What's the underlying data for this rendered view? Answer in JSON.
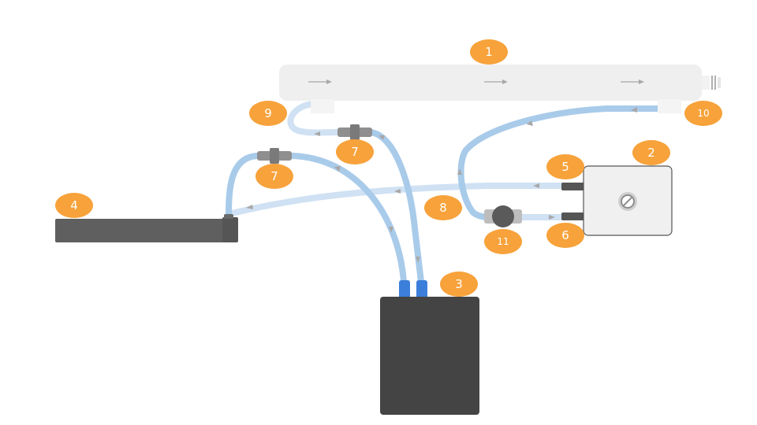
{
  "diagram": {
    "colors": {
      "badge": "#F7A23B",
      "tube_main": "#A9CBEA",
      "tube_light": "#CFE1F3",
      "device_dark": "#444444",
      "device_grey": "#5F5F5F",
      "vessel": "#EFEFEF",
      "box_light": "#F0F0F0",
      "nozzle_blue": "#3C7FDB",
      "connector": "#8F8F8F",
      "arrow": "#A8A8A8"
    },
    "labels": [
      {
        "id": "1",
        "text": "1"
      },
      {
        "id": "2",
        "text": "2"
      },
      {
        "id": "3",
        "text": "3"
      },
      {
        "id": "4",
        "text": "4"
      },
      {
        "id": "5",
        "text": "5"
      },
      {
        "id": "6",
        "text": "6"
      },
      {
        "id": "7a",
        "text": "7"
      },
      {
        "id": "7b",
        "text": "7"
      },
      {
        "id": "8",
        "text": "8"
      },
      {
        "id": "9",
        "text": "9"
      },
      {
        "id": "10",
        "text": "10"
      },
      {
        "id": "11",
        "text": "11"
      }
    ],
    "icons": {
      "pump_knob": "no-entry-knob-icon",
      "flow_arrow": "arrow-icon",
      "valve": "valve-ball-icon",
      "end_cap": "end-cap-icon"
    }
  }
}
